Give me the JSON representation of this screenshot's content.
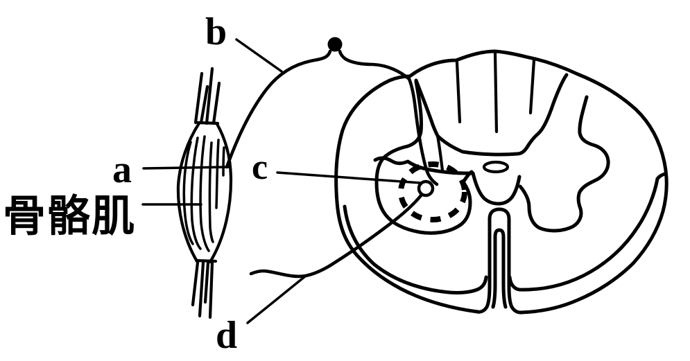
{
  "canvas": {
    "background": "#ffffff",
    "line_color": "#000000"
  },
  "labels": {
    "muscle_name": "骨骼肌",
    "point_a": "a",
    "point_b": "b",
    "point_c": "c",
    "point_d": "d"
  }
}
